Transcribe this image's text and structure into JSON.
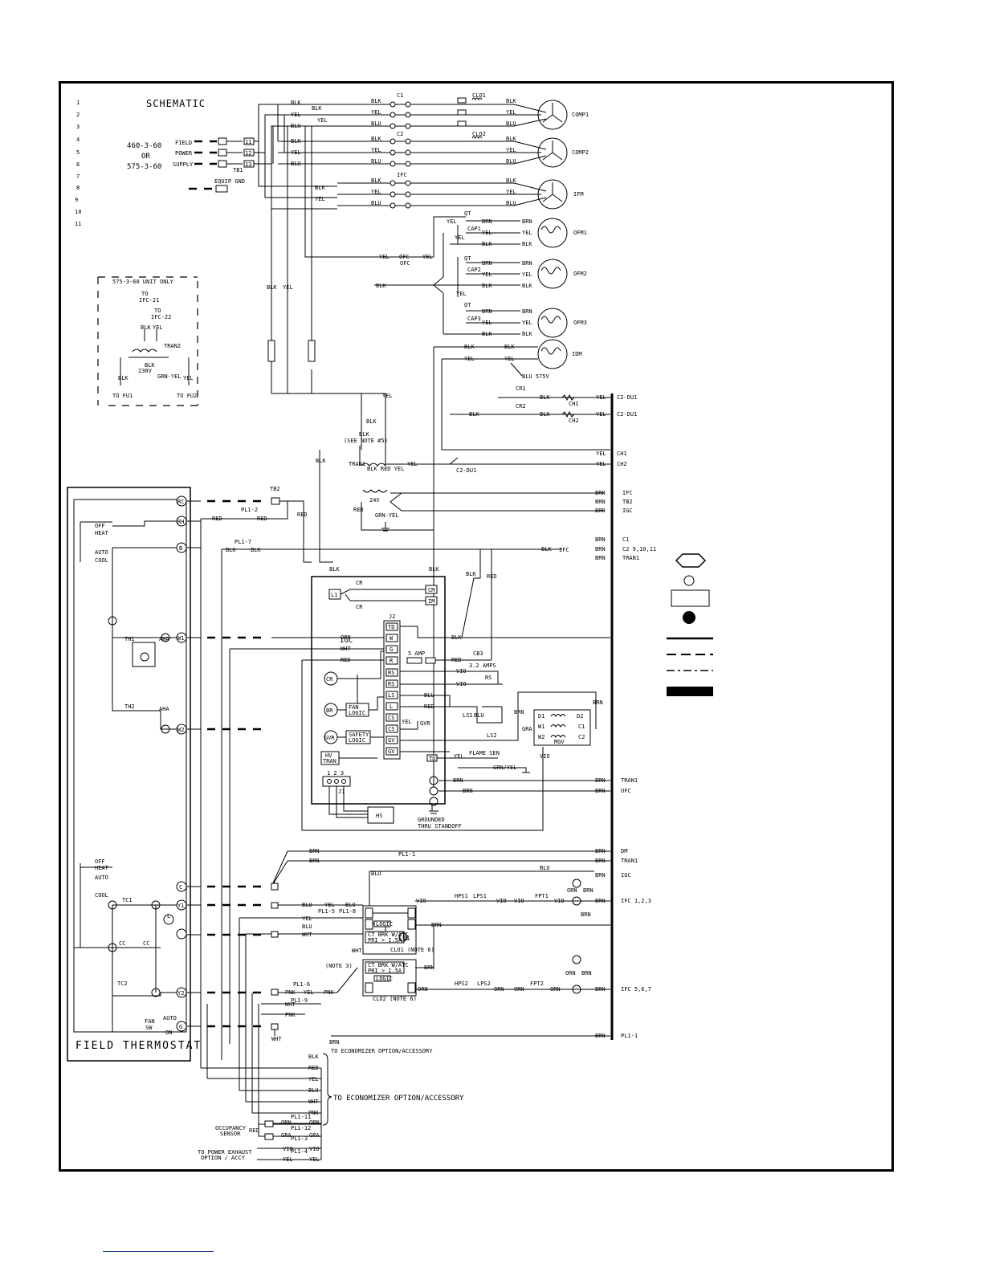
{
  "title": "SCHEMATIC",
  "line_numbers": [
    "1",
    "2",
    "3",
    "4",
    "5",
    "6",
    "7",
    "8",
    "9",
    "10",
    "11"
  ],
  "supply": {
    "voltage_a": "460-3-60",
    "or": "OR",
    "voltage_b": "575-3-60",
    "field": "FIELD",
    "power": "POWER",
    "supply": "SUPPLY",
    "tb1": "TB1",
    "equip_gnd": "EQUIP GND",
    "terminals": [
      "11",
      "12",
      "13"
    ]
  },
  "contactors": [
    "C1",
    "C2",
    "IFC"
  ],
  "crankcase": [
    "CLO1",
    "CLO2"
  ],
  "motors": [
    "COMP1",
    "COMP2",
    "IFM",
    "OFM1",
    "OFM2",
    "OFM3",
    "IDM"
  ],
  "capacitors": [
    "CAP1",
    "CAP2",
    "CAP3"
  ],
  "wire_colors": {
    "blk": "BLK",
    "yel": "YEL",
    "blu": "BLU",
    "brn": "BRN",
    "red": "RED",
    "orn": "ORN",
    "vio": "VIO",
    "wht": "WHT",
    "pnk": "PNK",
    "gra": "GRA",
    "grn_yel": "GRN-YEL",
    "grn_yel2": "GRN/YEL"
  },
  "misc": {
    "qt": "QT",
    "ofc": "OFC",
    "blu_575": "BLU 575V",
    "see_note5": "(SEE NOTE #5)",
    "cr1": "CR1",
    "cr2": "CR2",
    "ch1": "CH1",
    "ch2": "CH2",
    "c2_du1": "C2-DU1",
    "fu1": "FU1",
    "fu2": "FU2",
    "tran1": "TRAN1",
    "tran2": "TRAN2",
    "v24": "24V",
    "tb2": "TB2",
    "igc": "IGC",
    "c2_9_10_11": "C2 9,10,11",
    "blk_red_yel": "BLK RED YEL",
    "pl1_1": "PL1-1",
    "pl1_2": "PL1-2",
    "pl1_7": "PL1-7"
  },
  "unit575": {
    "title": "575-3-60 UNIT ONLY",
    "to": "TO",
    "ifc21": "IFC-21",
    "ifc22": "IFC-22",
    "tran2": "TRAN2",
    "blk": "BLK",
    "v230": "230V",
    "grn_yel": "GRN-YEL",
    "to_fu1": "TO FU1",
    "to_fu2": "TO FU2"
  },
  "igc_board": {
    "label": "IGC",
    "j2": "J2",
    "j1": "J1",
    "j1_pins": "1 2 3",
    "cm": "CM",
    "im": "IM",
    "cr": "CR",
    "br": "BR",
    "fan_logic": [
      "FAN",
      "LOGIC"
    ],
    "safety_logic": [
      "SAFETY",
      "LOGIC"
    ],
    "gvr": "GVR",
    "hv_tran": [
      "HV",
      "TRAN"
    ],
    "l1": "L1",
    "hs": "HS",
    "pins": [
      "TD",
      "W",
      "G",
      "R",
      "RS",
      "RS",
      "LS",
      "L",
      "CS",
      "CS",
      "GV",
      "GV"
    ],
    "fuse": "5 AMP",
    "cb3": "CB3",
    "cb3_rating": "3.2 AMPS",
    "rs": "RS",
    "ls1": "LS1",
    "ls2": "LS2",
    "flame_sen": "FLAME SEN",
    "grounded": [
      "GROUNDED",
      "THRU STANDOFF"
    ],
    "mgv": "MGV",
    "mgv_terms": [
      "D1",
      "W1",
      "W2",
      "D2",
      "C1",
      "C2"
    ]
  },
  "thermostat": {
    "title": "FIELD THERMOSTAT",
    "terminals": [
      "RC",
      "RH",
      "B",
      "W1",
      "W2",
      "C",
      "Y1",
      "L",
      "Y2",
      "G"
    ],
    "off": "OFF",
    "heat": "HEAT",
    "auto": "AUTO",
    "cool": "COOL",
    "th1": "TH1",
    "th2": "TH2",
    "aha": "AHA",
    "tc1": "TC1",
    "tc2": "TC2",
    "cc": "CC",
    "fan_sw": [
      "FAN",
      "SW"
    ],
    "on": "ON"
  },
  "control_lower": {
    "right_labels": [
      "TRAN1",
      "OFC",
      "DM",
      "TRAN1",
      "IGC",
      "IFC 1,2,3",
      "IFC 5,6,7",
      "PL1-1"
    ],
    "hps1": "HPS1",
    "lps1": "LPS1",
    "fpt1": "FPT1",
    "hps2": "HPS2",
    "lps2": "LPS2",
    "fpt2": "FPT2",
    "clo1_box": [
      "CT BRK W/ATC",
      "PRI > 1.5A",
      "LOGIC",
      "LOR"
    ],
    "clo1_note": "CLO1 (NOTE 6)",
    "clo2_note": "CLO2 (NOTE 6)",
    "note3": "(NOTE 3)",
    "pl1_5": "PL1-5",
    "pl1_8": "PL1-8",
    "pl1_6": "PL1-6",
    "pl1_9": "PL1-9",
    "pl1_11": "PL1-11",
    "pl1_12": "PL1-12",
    "pl1_3": "PL1-3",
    "pl1_4": "PL1-4",
    "to_econ_1": "TO ECONOMIZER OPTION/ACCESSORY",
    "to_econ_2": "TO ECONOMIZER OPTION/ACCESSORY",
    "econ_wires": [
      "BLK",
      "RED",
      "YEL",
      "BLU",
      "WHT",
      "PNK"
    ],
    "occupancy": [
      "OCCUPANCY",
      "SENSOR"
    ],
    "power_exhaust": [
      "TO POWER EXHAUST",
      "OPTION / ACCY"
    ]
  },
  "legend_symbols": [
    "hexagon-terminal",
    "circle-terminal",
    "rectangle-terminal",
    "solid-dot-splice",
    "solid-line",
    "dashed-line",
    "dash-dot-line",
    "thick-bar"
  ]
}
